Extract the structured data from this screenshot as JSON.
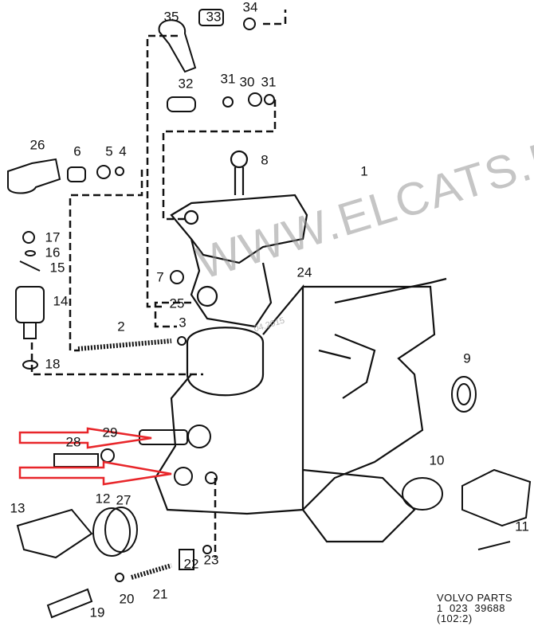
{
  "callouts": {
    "c35": "35",
    "c33": "33",
    "c34": "34",
    "c32": "32",
    "c31a": "31",
    "c30": "30",
    "c31b": "31",
    "c26": "26",
    "c6": "6",
    "c5": "5",
    "c4": "4",
    "c8": "8",
    "c1": "1",
    "c17": "17",
    "c16": "16",
    "c15": "15",
    "c14": "14",
    "c7": "7",
    "c25": "25",
    "c24": "24",
    "c3": "3",
    "c2": "2",
    "c18": "18",
    "c9": "9",
    "c29": "29",
    "c28": "28",
    "c10": "10",
    "c13": "13",
    "c12": "12",
    "c27": "27",
    "c11": "11",
    "c22": "22",
    "c23": "23",
    "c19": "19",
    "c20": "20",
    "c21": "21"
  },
  "watermark": "WWW.ELCATS.RU",
  "watermark_date": "04.2015",
  "footer": {
    "line1": "VOLVO PARTS",
    "line2": "1  023  39688",
    "line3": "(102:2)"
  },
  "colors": {
    "arrow": "#e8262a",
    "ink": "#111111"
  }
}
